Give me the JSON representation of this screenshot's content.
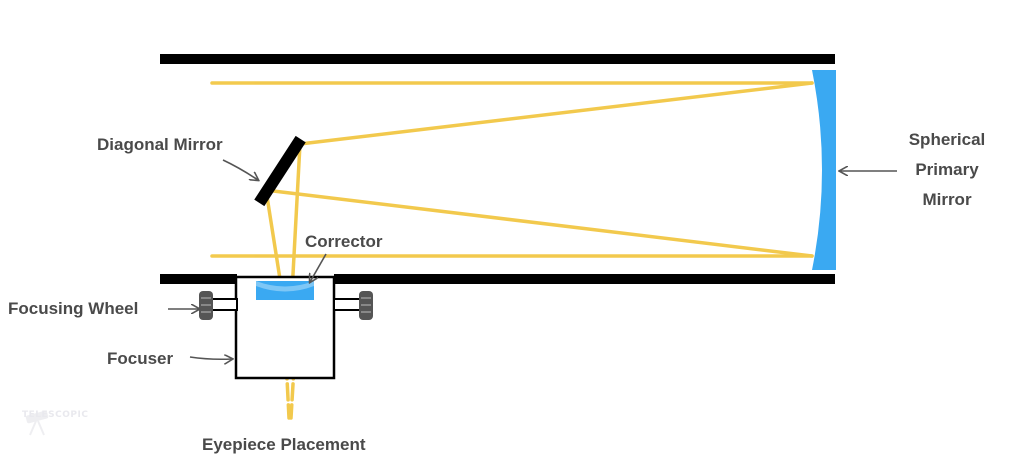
{
  "labels": {
    "diagonal_mirror": "Diagonal Mirror",
    "spherical_primary_mirror": [
      "Spherical",
      "Primary",
      "Mirror"
    ],
    "corrector": "Corrector",
    "focusing_wheel": "Focusing Wheel",
    "focuser": "Focuser",
    "eyepiece_placement": "Eyepiece Placement"
  },
  "watermark": "TELESCOPIC",
  "colors": {
    "tube": "#000000",
    "light_ray": "#f2c744",
    "mirror": "#3aa9f2",
    "label_text": "#4a4a4a",
    "arrow": "#555555"
  },
  "icons": [
    "arrow-pointer-icon",
    "telescope-logo-icon"
  ]
}
